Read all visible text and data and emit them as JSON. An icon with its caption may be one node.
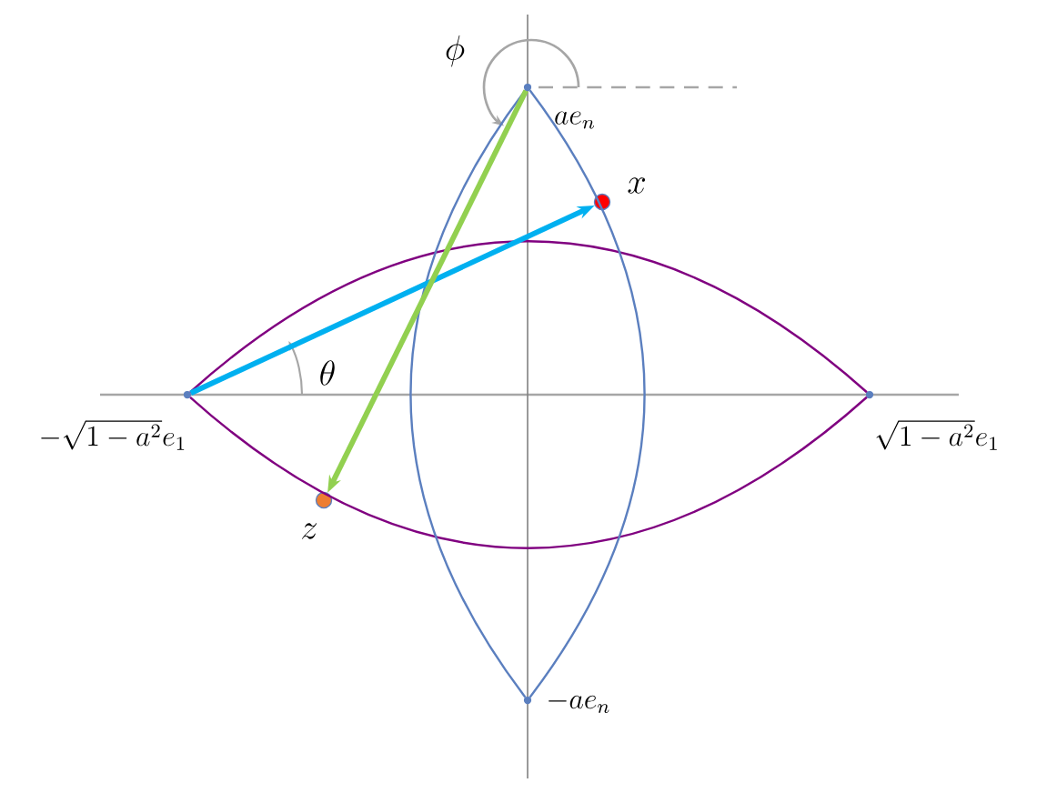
{
  "diagram": {
    "nodes": [
      {
        "text": [
          "-\\sqrt{1-a^2}e_1"
        ]
      },
      {
        "text": [
          "\\sqrt{1-a^2}e_1"
        ]
      },
      {
        "text": [
          "ae_n"
        ]
      },
      {
        "text": [
          "-ae_n"
        ]
      },
      {
        "text": [
          "x"
        ]
      },
      {
        "text": [
          "z"
        ]
      }
    ],
    "edges": [
      {
        "from": 0,
        "to": 1,
        "arrow": "none",
        "color": "#800080"
      },
      {
        "from": 0,
        "to": 1,
        "arrow": "none",
        "color": "#800080"
      },
      {
        "from": 2,
        "to": 3,
        "arrow": "none",
        "color": "#5b7fbf"
      },
      {
        "from": 2,
        "to": 3,
        "arrow": "none",
        "color": "#5b7fbf"
      },
      {
        "from": 0,
        "to": 4,
        "arrow": "to",
        "style": "thick",
        "color": "#00b0f0"
      },
      {
        "from": 2,
        "to": 5,
        "arrow": "to",
        "style": "thick",
        "color": "#92d050"
      }
    ],
    "labels": [
      "\\theta",
      "\\phi"
    ]
  }
}
